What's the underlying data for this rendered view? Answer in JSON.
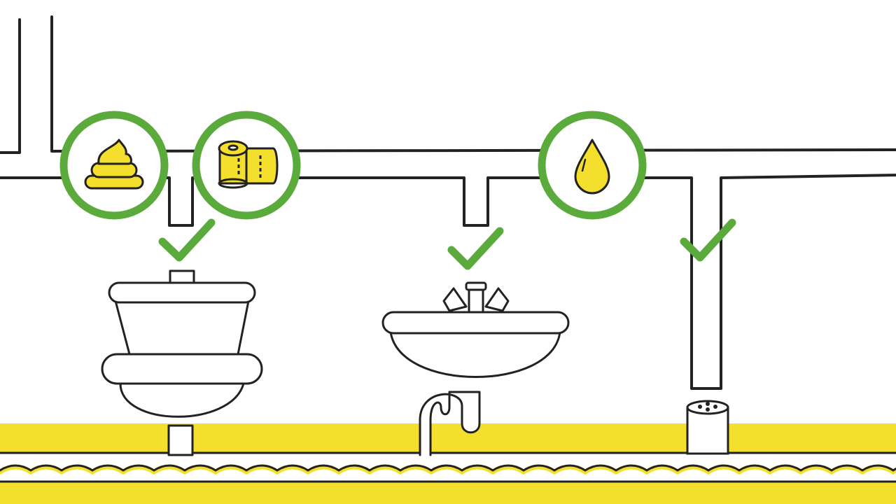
{
  "colors": {
    "outline": "#222222",
    "pipe_fill": "#ffffff",
    "accent_green": "#5aaa3c",
    "accent_yellow": "#f3df2c",
    "background": "#ffffff"
  },
  "badges": [
    {
      "id": "poop",
      "icon": "poop-icon"
    },
    {
      "id": "toilet-paper",
      "icon": "toilet-paper-icon"
    },
    {
      "id": "water-drop",
      "icon": "water-drop-icon"
    }
  ],
  "fixtures": [
    {
      "id": "toilet",
      "icon": "toilet-icon",
      "approved": true
    },
    {
      "id": "sink",
      "icon": "sink-icon",
      "approved": true
    },
    {
      "id": "floor-drain",
      "icon": "floor-drain-icon",
      "approved": true
    }
  ],
  "status_icons": [
    "check-mark-icon"
  ]
}
